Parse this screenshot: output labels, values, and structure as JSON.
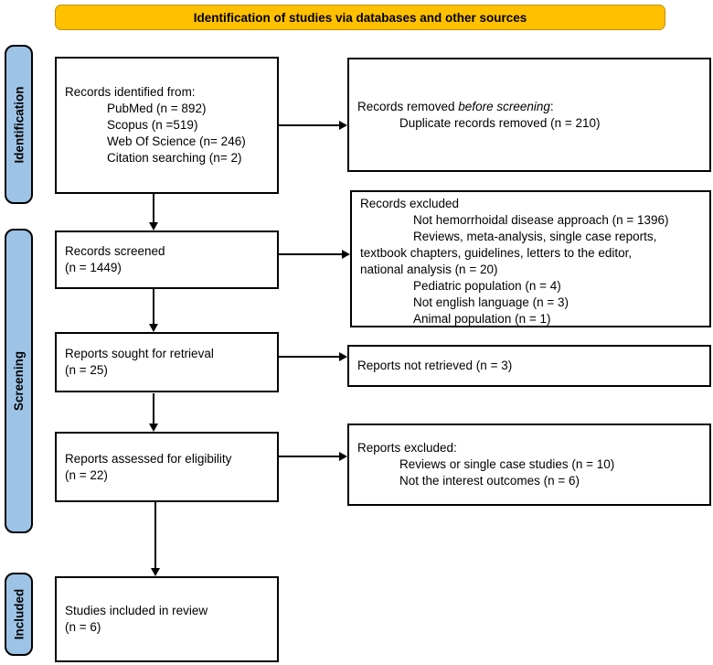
{
  "banner": {
    "title": "Identification of studies via databases and other sources"
  },
  "stages": {
    "identification": "Identification",
    "screening": "Screening",
    "included": "Included"
  },
  "boxes": {
    "records_identified": {
      "lines": [
        "Records identified from:",
        "PubMed (n = 892)",
        "Scopus (n =519)",
        "Web Of Science (n= 246)",
        "Citation searching (n= 2)"
      ]
    },
    "records_removed": {
      "prefix": "Records removed ",
      "italic": "before screening",
      "suffix": ":",
      "detail": "Duplicate records removed  (n = 210)"
    },
    "records_screened": {
      "line1": "Records screened",
      "line2": "(n = 1449)"
    },
    "records_excluded": {
      "title": "Records excluded",
      "reason1": "Not hemorrhoidal disease approach (n = 1396)",
      "reason2a": "Reviews, meta-analysis,  single case reports,",
      "reason2b": "textbook chapters, guidelines, letters to the editor,",
      "reason2c": "national analysis  (n = 20)",
      "reason3": "Pediatric population (n = 4)",
      "reason4": "Not english language (n = 3)",
      "reason5": "Animal population (n = 1)"
    },
    "reports_sought": {
      "line1": "Reports sought for retrieval",
      "line2": "(n = 25)"
    },
    "reports_not_retrieved": {
      "line1": "Reports not retrieved (n = 3)"
    },
    "reports_assessed": {
      "line1": "Reports assessed for eligibility",
      "line2": "(n = 22)"
    },
    "reports_excluded": {
      "title": "Reports excluded:",
      "reason1": "Reviews or single case studies (n = 10)",
      "reason2": "Not the interest outcomes (n = 6)"
    },
    "studies_included": {
      "line1": "Studies included in review",
      "line2": "(n = 6)"
    }
  },
  "colors": {
    "banner_bg": "#FFC000",
    "banner_border": "#BF9000",
    "stage_tab_bg": "#9DC3E6",
    "box_border": "#000000",
    "arrow": "#000000",
    "background": "#FFFFFF"
  }
}
